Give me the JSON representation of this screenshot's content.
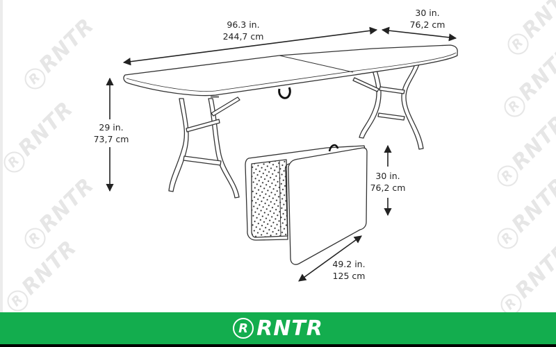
{
  "diagram": {
    "subject": "8-ft fold-in-half folding table with dimensions",
    "dimensions": {
      "length": {
        "imperial": "96.3 in.",
        "metric": "244,7 cm"
      },
      "width": {
        "imperial": "30 in.",
        "metric": "76,2 cm"
      },
      "height": {
        "imperial": "29 in.",
        "metric": "73,7 cm"
      },
      "folded_height": {
        "imperial": "30 in.",
        "metric": "76,2 cm"
      },
      "folded_length": {
        "imperial": "49.2 in.",
        "metric": "125 cm"
      }
    },
    "colors": {
      "line": "#222222",
      "watermark": "#e6e6e6"
    }
  },
  "watermark": {
    "mark": "R",
    "text": "RNTR"
  },
  "footer": {
    "logo_mark": "R",
    "logo_text": "RNTR",
    "background": "#13ad4e"
  }
}
